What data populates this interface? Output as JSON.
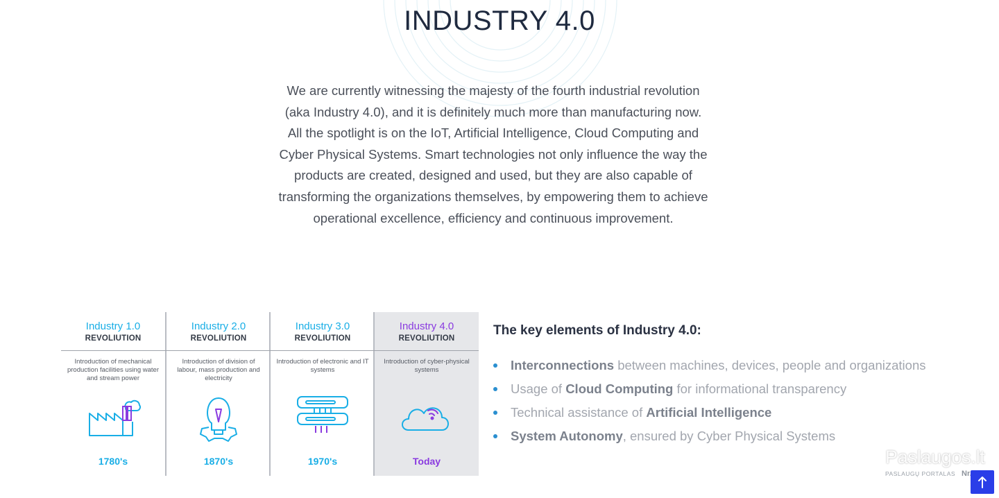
{
  "page": {
    "title": "INDUSTRY 4.0",
    "intro": "We are currently witnessing the majesty of the fourth industrial revolution (aka Industry 4.0), and it is definitely much more than manufacturing now. All the spotlight is on the IoT, Artificial Intelligence, Cloud Computing and Cyber Physical Systems. Smart technologies not only influence the way the products are created, designed and used, but they are also capable of transforming the organizations themselves, by empowering them to achieve operational excellence, efficiency and continuous improvement."
  },
  "timeline": [
    {
      "title": "Industry 1.0",
      "subtitle": "REVOLIUTION",
      "description": "Introduction of mechanical production facilities using water and stream power",
      "year": "1780's",
      "icon": "factory-icon"
    },
    {
      "title": "Industry 2.0",
      "subtitle": "REVOLIUTION",
      "description": "Introduction of division of labour, mass production and electricity",
      "year": "1870's",
      "icon": "lightbulb-gear-icon"
    },
    {
      "title": "Industry 3.0",
      "subtitle": "REVOLIUTION",
      "description": "Introduction of electronic and IT systems",
      "year": "1970's",
      "icon": "server-icon"
    },
    {
      "title": "Industry 4.0",
      "subtitle": "REVOLIUTION",
      "description": "Introduction of cyber-physical systems",
      "year": "Today",
      "icon": "cloud-wifi-icon"
    }
  ],
  "key_elements": {
    "heading": "The key elements of Industry 4.0:",
    "items": [
      {
        "pre": "",
        "bold": "Interconnections",
        "post": " between machines, devices, people and organizations"
      },
      {
        "pre": "Usage of ",
        "bold": "Cloud Computing",
        "post": " for informational transparency"
      },
      {
        "pre": "Technical assistance of ",
        "bold": "Artificial Intelligence",
        "post": ""
      },
      {
        "pre": "",
        "bold": "System Autonomy",
        "post": ", ensured by Cyber Physical Systems"
      }
    ]
  },
  "watermark": {
    "name": "Paslaugos.lt",
    "tagline": "PASLAUGŲ PORTALAS",
    "badge": "Nr.1"
  },
  "colors": {
    "cyan": "#19aee6",
    "purple": "#8a3be0",
    "scroll_button": "#2a3ee8",
    "bullet": "#2a8fd0"
  },
  "scroll_top": {
    "icon": "arrow-up-icon"
  }
}
